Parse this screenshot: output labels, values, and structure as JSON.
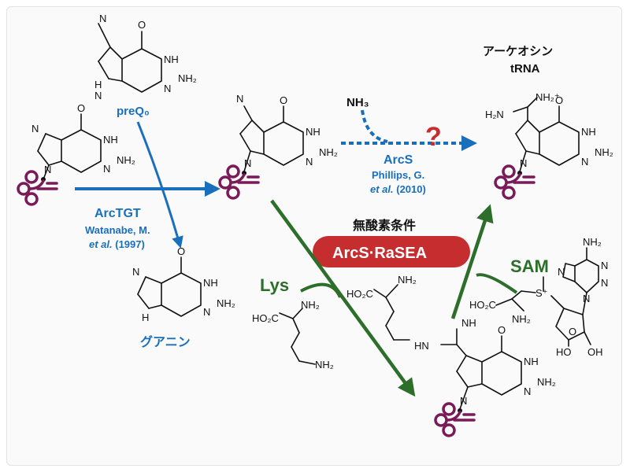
{
  "labels": {
    "preq0": "preQ₀",
    "nh3": "NH₃",
    "question": "?",
    "arcs": "ArcS",
    "phillips_1": "Phillips, G.",
    "phillips_2a": "et al.",
    "phillips_2b": " (2010)",
    "archaeosine_jp": "アーケオシン",
    "trna": "tRNA",
    "arctgt": "ArcTGT",
    "watanabe_1": "Watanabe, M.",
    "watanabe_2a": "et al.",
    "watanabe_2b": " (1997)",
    "anaerobic_jp": "無酸素条件",
    "pill": "ArcS·RaSEA",
    "lys": "Lys",
    "sam": "SAM",
    "guanine_jp": "グアニン"
  },
  "atoms": {
    "n": "N",
    "nh": "NH",
    "nh2": "NH₂",
    "o": "O",
    "h": "H",
    "hn": "HN",
    "h2n": "H₂N",
    "ho2c": "HO₂C",
    "nh2plus": "NH₂⁺",
    "plus": "+",
    "s_plus": "S⁺",
    "oh": "OH",
    "ho": "HO",
    "hn_imine": "NH",
    "o_ring": "O"
  },
  "colors": {
    "blue": "#1a6fbd",
    "green": "#2c6e2a",
    "red": "#c62d2f",
    "trna": "#7b1a58"
  }
}
